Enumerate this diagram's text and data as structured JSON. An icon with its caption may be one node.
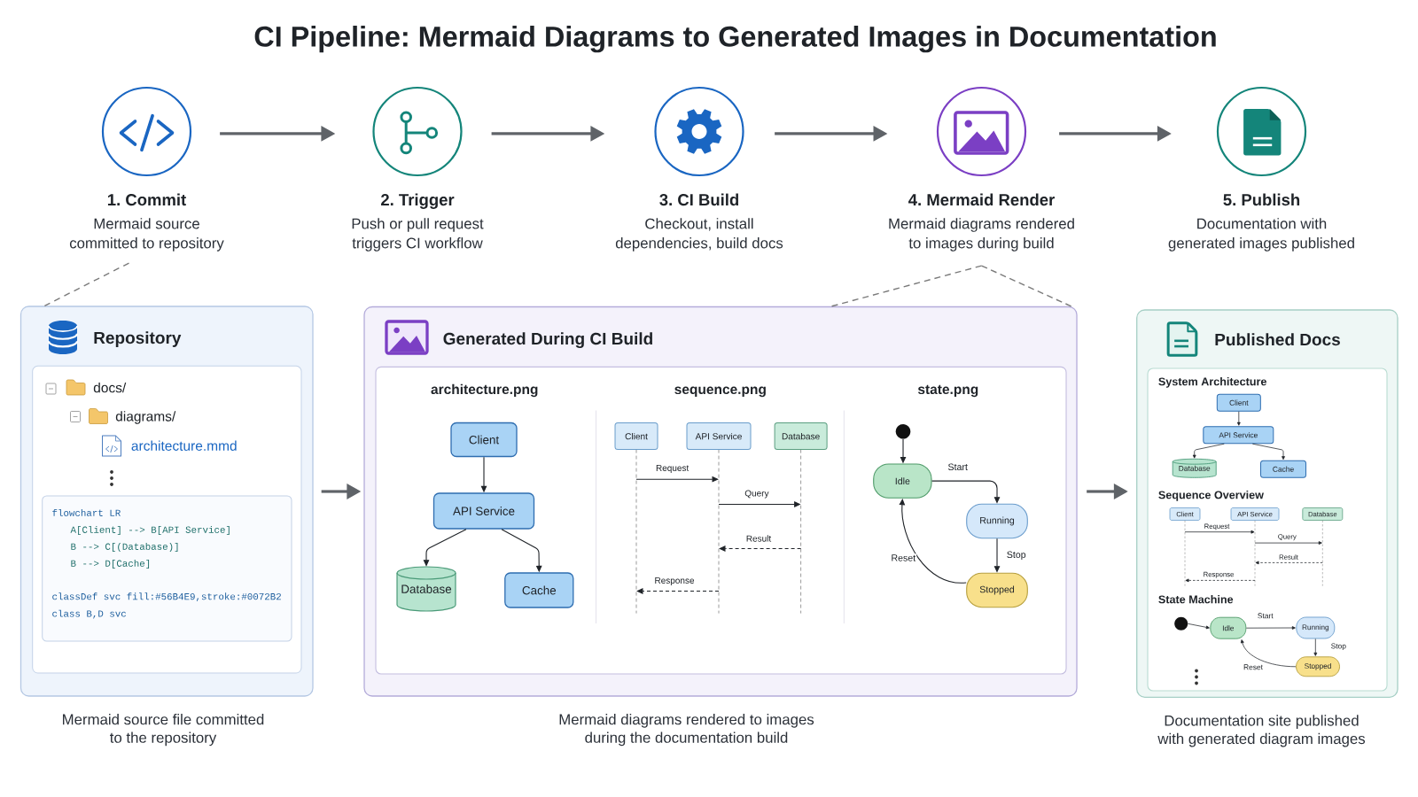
{
  "diagram": {
    "title": "CI Pipeline: Mermaid Diagrams to Generated Images in Documentation",
    "nodes": [
      {
        "text": [
          "1. Commit",
          "Mermaid source committed to repository"
        ]
      },
      {
        "text": [
          "2. Trigger",
          "Push or pull request triggers CI workflow"
        ]
      },
      {
        "text": [
          "3. CI Build",
          "Checkout, install dependencies, build docs"
        ]
      },
      {
        "text": [
          "4. Mermaid Render",
          "Mermaid diagrams rendered to images during build"
        ]
      },
      {
        "text": [
          "5. Publish",
          "Documentation with generated images published"
        ]
      },
      {
        "text": [
          "Repository"
        ],
        "beside": [
          "Mermaid source file committed to the repository"
        ]
      },
      {
        "text": [
          "docs/",
          "diagrams/",
          "architecture.mmd"
        ],
        "in": 5
      },
      {
        "text": [
          "flowchart LR",
          "A[Client] --> B[API Service]",
          "B --> C[(Database)]",
          "B --> D[Cache]",
          "classDef svc fill:#56B4E9,stroke:#0072B2",
          "class B,D svc"
        ],
        "in": 6
      },
      {
        "text": [
          "Generated During CI Build"
        ],
        "beside": [
          "Mermaid diagrams rendered to images during the documentation build"
        ]
      },
      {
        "text": [
          "architecture.png",
          "sequence.png",
          "state.png"
        ],
        "in": 8
      },
      {
        "text": [
          "Client"
        ],
        "in": 9
      },
      {
        "text": [
          "API Service"
        ],
        "in": 9
      },
      {
        "text": [
          "Database"
        ],
        "in": 9
      },
      {
        "text": [
          "Cache"
        ],
        "in": 9
      },
      {
        "text": [
          "Client"
        ],
        "in": 9
      },
      {
        "text": [
          "API Service"
        ],
        "in": 9
      },
      {
        "text": [
          "Database"
        ],
        "in": 9
      },
      {
        "text": [],
        "shape": "circle",
        "in": 9
      },
      {
        "text": [
          "Idle"
        ],
        "in": 9
      },
      {
        "text": [
          "Running"
        ],
        "in": 9
      },
      {
        "text": [
          "Stopped"
        ],
        "in": 9
      },
      {
        "text": [
          "Published Docs"
        ],
        "beside": [
          "Documentation site published with generated diagram images"
        ]
      },
      {
        "text": [
          "System Architecture",
          "Sequence Overview",
          "State Machine"
        ],
        "in": 21
      },
      {
        "text": [
          "Client"
        ],
        "in": 22
      },
      {
        "text": [
          "API Service"
        ],
        "in": 22
      },
      {
        "text": [
          "Database"
        ],
        "in": 22
      },
      {
        "text": [
          "Cache"
        ],
        "in": 22
      },
      {
        "text": [
          "Client"
        ],
        "in": 22
      },
      {
        "text": [
          "API Service"
        ],
        "in": 22
      },
      {
        "text": [
          "Database"
        ],
        "in": 22
      },
      {
        "text": [],
        "shape": "circle",
        "in": 22
      },
      {
        "text": [
          "Idle"
        ],
        "in": 22
      },
      {
        "text": [
          "Running"
        ],
        "in": 22
      },
      {
        "text": [
          "Stopped"
        ],
        "in": 22
      }
    ],
    "edges": [
      {
        "from": 0,
        "to": 1,
        "arrow": "to",
        "color": "#5f6368"
      },
      {
        "from": 1,
        "to": 2,
        "arrow": "to",
        "color": "#5f6368"
      },
      {
        "from": 2,
        "to": 3,
        "arrow": "to",
        "color": "#5f6368"
      },
      {
        "from": 3,
        "to": 4,
        "arrow": "to",
        "color": "#5f6368"
      },
      {
        "from": 5,
        "to": 8,
        "arrow": "to",
        "color": "#5f6368"
      },
      {
        "from": 8,
        "to": 21,
        "arrow": "to",
        "color": "#5f6368"
      },
      {
        "from": 0,
        "to": 5,
        "arrow": "none",
        "style": "dashed",
        "color": "#7a7a7a"
      },
      {
        "from": 3,
        "to": 8,
        "arrow": "none",
        "style": "dashed",
        "color": "#7a7a7a"
      },
      {
        "from": 3,
        "to": 8,
        "arrow": "none",
        "style": "dashed",
        "color": "#7a7a7a"
      },
      {
        "from": 10,
        "to": 11,
        "arrow": "to"
      },
      {
        "from": 11,
        "to": 12,
        "arrow": "to"
      },
      {
        "from": 11,
        "to": 13,
        "arrow": "to"
      },
      {
        "from": 14,
        "to": 15,
        "arrow": "to",
        "label": "Request"
      },
      {
        "from": 15,
        "to": 16,
        "arrow": "to",
        "label": "Query"
      },
      {
        "from": 16,
        "to": 15,
        "arrow": "to",
        "label": "Result",
        "style": "dashed"
      },
      {
        "from": 15,
        "to": 14,
        "arrow": "to",
        "label": "Response",
        "style": "dashed"
      },
      {
        "from": 17,
        "to": 18,
        "arrow": "to"
      },
      {
        "from": 18,
        "to": 19,
        "arrow": "to",
        "label": "Start"
      },
      {
        "from": 19,
        "to": 20,
        "arrow": "to",
        "label": "Stop"
      },
      {
        "from": 20,
        "to": 18,
        "arrow": "to",
        "label": "Reset"
      },
      {
        "from": 23,
        "to": 24,
        "arrow": "to"
      },
      {
        "from": 24,
        "to": 25,
        "arrow": "to"
      },
      {
        "from": 24,
        "to": 26,
        "arrow": "to"
      },
      {
        "from": 27,
        "to": 28,
        "arrow": "to",
        "label": "Request"
      },
      {
        "from": 28,
        "to": 29,
        "arrow": "to",
        "label": "Query"
      },
      {
        "from": 29,
        "to": 28,
        "arrow": "to",
        "label": "Result",
        "style": "dashed"
      },
      {
        "from": 28,
        "to": 27,
        "arrow": "to",
        "label": "Response",
        "style": "dashed"
      },
      {
        "from": 30,
        "to": 31,
        "arrow": "to"
      },
      {
        "from": 31,
        "to": 32,
        "arrow": "to",
        "label": "Start"
      },
      {
        "from": 32,
        "to": 33,
        "arrow": "to",
        "label": "Stop"
      },
      {
        "from": 33,
        "to": 31,
        "arrow": "to",
        "label": "Reset"
      }
    ]
  }
}
